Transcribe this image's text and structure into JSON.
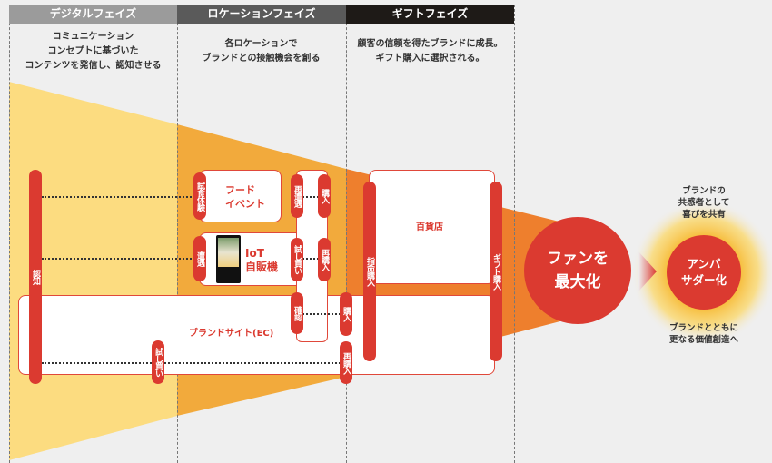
{
  "phases": [
    {
      "title": "デジタルフェイズ",
      "description": "コミュニケーション\nコンセプトに基づいた\nコンテンツを発信し、認知させる",
      "color": "#9b9b9b"
    },
    {
      "title": "ロケーションフェイズ",
      "description": "各ロケーションで\nブランドとの接触機会を創る",
      "color": "#5a5a5a"
    },
    {
      "title": "ギフトフェイズ",
      "description": "顧客の信頼を得たブランドに成長。\nギフト購入に選択される。",
      "color": "#1e1a17"
    }
  ],
  "touchpoints": {
    "food_event": "フード\nイベント",
    "iot_vending": "IoT\n自販機",
    "brand_site": "ブランドサイト(EC)",
    "department_store": "百貨店"
  },
  "steps": {
    "awareness": "認知",
    "tasting": "試食体験",
    "re_encounter": "再遭遇",
    "purchase_food": "購入",
    "encounter": "遭遇",
    "trial_iot": "試し買い",
    "repurchase_iot": "再購入",
    "confirm": "確認",
    "purchase_ec": "購入",
    "repurchase_ec": "再購入",
    "trial_ec": "試し買い",
    "designated_purchase": "指命購入",
    "gift_purchase": "ギフト購入"
  },
  "outcomes": {
    "fan": "ファンを\n最大化",
    "ambassador": "アンバ\nサダー化",
    "ambassador_top": "ブランドの\n共感者として\n喜びを共有",
    "ambassador_bottom": "ブランドとともに\n更なる価値創造へ"
  },
  "colors": {
    "accent": "#db3a30",
    "yellow": "#fcdc80",
    "amber": "#f2aa3c",
    "orange": "#ee7f2d"
  }
}
